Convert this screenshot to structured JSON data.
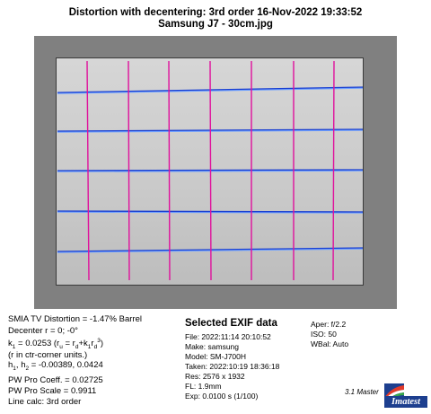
{
  "title": {
    "line1": "Distortion with decentering:  3rd order     16-Nov-2022 19:33:52",
    "line2": "Samsung J7 - 30cm.jpg"
  },
  "results": {
    "smia_tv": "SMIA TV Distortion = -1.47% Barrel",
    "decenter": "Decenter r = 0;  -0°",
    "k1": "k",
    "k1_sub": "1",
    "k1_value": " = 0.0253  (r",
    "k1_formula_tail": " = r",
    "k1_formula_tail2": "+k",
    "k1_formula_end": "r",
    "units_note": "(r in ctr-corner units.)",
    "h_label": "h",
    "h_values": " = -0.00389, 0.0424",
    "pw_coeff": "PW Pro Coeff. = 0.02725",
    "pw_scale": "PW Pro Scale = 0.9911",
    "line_calc": "Line calc: 3rd order"
  },
  "exif": {
    "heading": "Selected EXIF data",
    "file": "File:  2022:11:14 20:10:52",
    "make": "Make:  samsung",
    "model": "Model:  SM-J700H",
    "taken": "Taken:  2022:10:19 18:36:18",
    "res": "Res:   2576 x 1932",
    "fl": "FL:   1.9mm",
    "exp": "Exp:   0.0100 s  (1/100)"
  },
  "camera": {
    "aper": "Aper:  f/2.2",
    "iso": "ISO:   50",
    "wbal": "WBal:  Auto"
  },
  "footer": {
    "version": "3.1  Master",
    "logo_word": "Imatest"
  },
  "colors": {
    "horizontal_lines": "#1a3fd0",
    "horizontal_fit": "#6fa0ff",
    "vertical_lines": "#e0109c"
  }
}
